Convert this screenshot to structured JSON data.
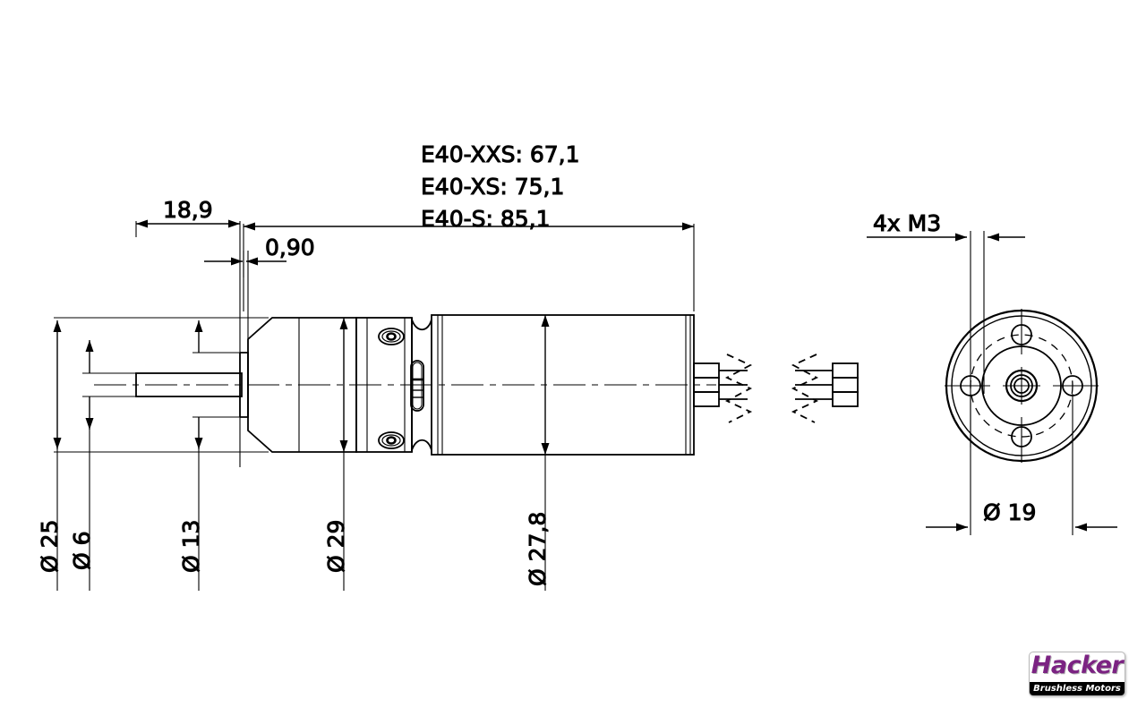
{
  "drawing": {
    "title_lines": [
      "E40-XXS: 67,1",
      "E40-XS: 75,1",
      "E40-S: 85,1"
    ],
    "side_view": {
      "linear_dimensions": [
        {
          "name": "shaft-length",
          "value": "18,9"
        },
        {
          "name": "shoulder-thickness",
          "value": "0,90"
        }
      ],
      "diameter_dimensions": [
        {
          "name": "flange-outer-diameter",
          "value": "Ø 25"
        },
        {
          "name": "shaft-diameter",
          "value": "Ø 6"
        },
        {
          "name": "shaft-boss-diameter",
          "value": "Ø 13"
        },
        {
          "name": "gearbox-diameter",
          "value": "Ø 29"
        },
        {
          "name": "motor-can-diameter",
          "value": "Ø 27,8"
        }
      ]
    },
    "end_view": {
      "thread_note": "4x M3",
      "bolt_circle": "Ø 19"
    }
  },
  "logo": {
    "brand": "Hacker",
    "tagline": "Brushless Motors",
    "brand_color": "#7b2382",
    "bar_color": "#000000"
  }
}
